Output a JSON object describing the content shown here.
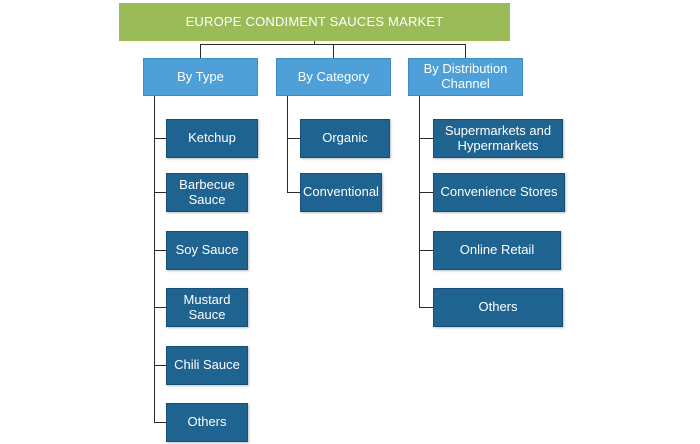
{
  "title": "EUROPE CONDIMENT SAUCES MARKET",
  "branches": [
    {
      "label": "By Type",
      "items": [
        "Ketchup",
        "Barbecue Sauce",
        "Soy Sauce",
        "Mustard Sauce",
        "Chili Sauce",
        "Others"
      ]
    },
    {
      "label": "By Category",
      "items": [
        "Organic",
        "Conventional"
      ]
    },
    {
      "label": "By Distribution Channel",
      "items": [
        "Supermarkets and Hypermarkets",
        "Convenience Stores",
        "Online Retail",
        "Others"
      ]
    }
  ],
  "colors": {
    "root": "#9bbb59",
    "category": "#4f9fd9",
    "leaf": "#1f6391",
    "connector": "#2a2a2a"
  }
}
